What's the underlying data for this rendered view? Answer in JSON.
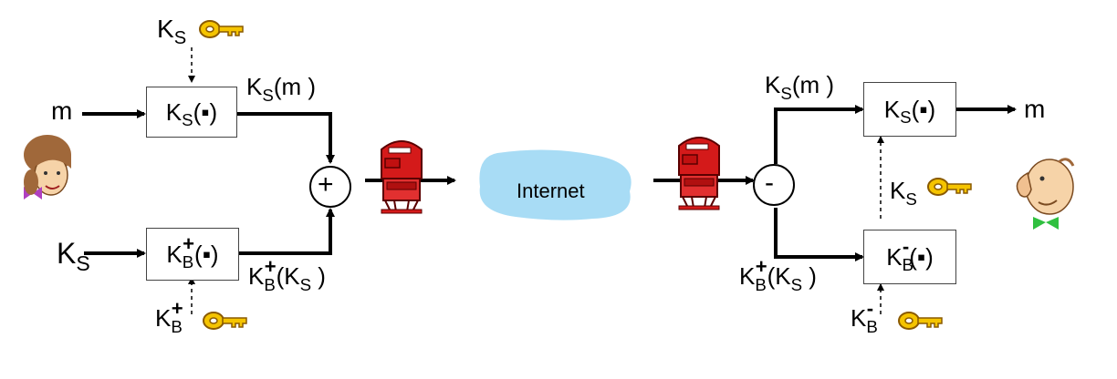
{
  "labels": {
    "m": "m",
    "K": "K",
    "S": "S",
    "B": "B",
    "plus_sign": "+",
    "minus_sign": "-",
    "ks_fn": "(",
    "dot": "▪",
    "close": ")",
    "ksm_tail": "(m )",
    "kbks_tail": "(K",
    "kbks_close": " )"
  },
  "cloud": {
    "label": "Internet"
  },
  "colors": {
    "cloud_fill": "#a8dcf5",
    "key_fill": "#f5c400",
    "key_stroke": "#8a5a00",
    "mailbox_red": "#d41a1a",
    "arrow": "#000000"
  },
  "icons": [
    "key-icon",
    "mailbox-icon",
    "alice-avatar-icon",
    "bob-avatar-icon"
  ]
}
